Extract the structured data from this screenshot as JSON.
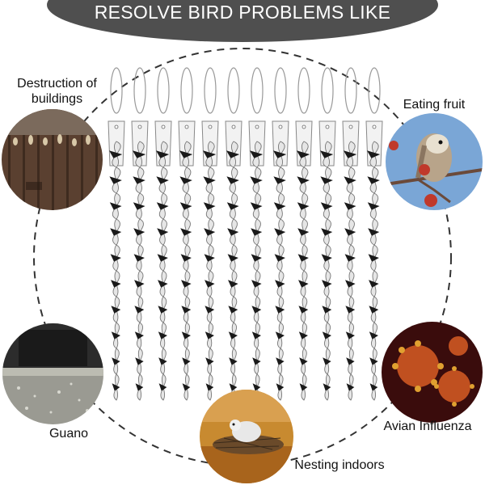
{
  "banner": {
    "title": "RESOLVE BIRD PROBLEMS LIKE"
  },
  "problems": {
    "buildings": "Destruction of buildings",
    "fruit": "Eating fruit",
    "guano": "Guano",
    "influenza": "Avian Influenza",
    "nesting": "Nesting indoors"
  },
  "product": {
    "rod_count": 12
  },
  "colors": {
    "banner": "#4f4f4f",
    "ring": "#333333",
    "virus": "#c0392b",
    "sky": "#7aa6d6"
  }
}
